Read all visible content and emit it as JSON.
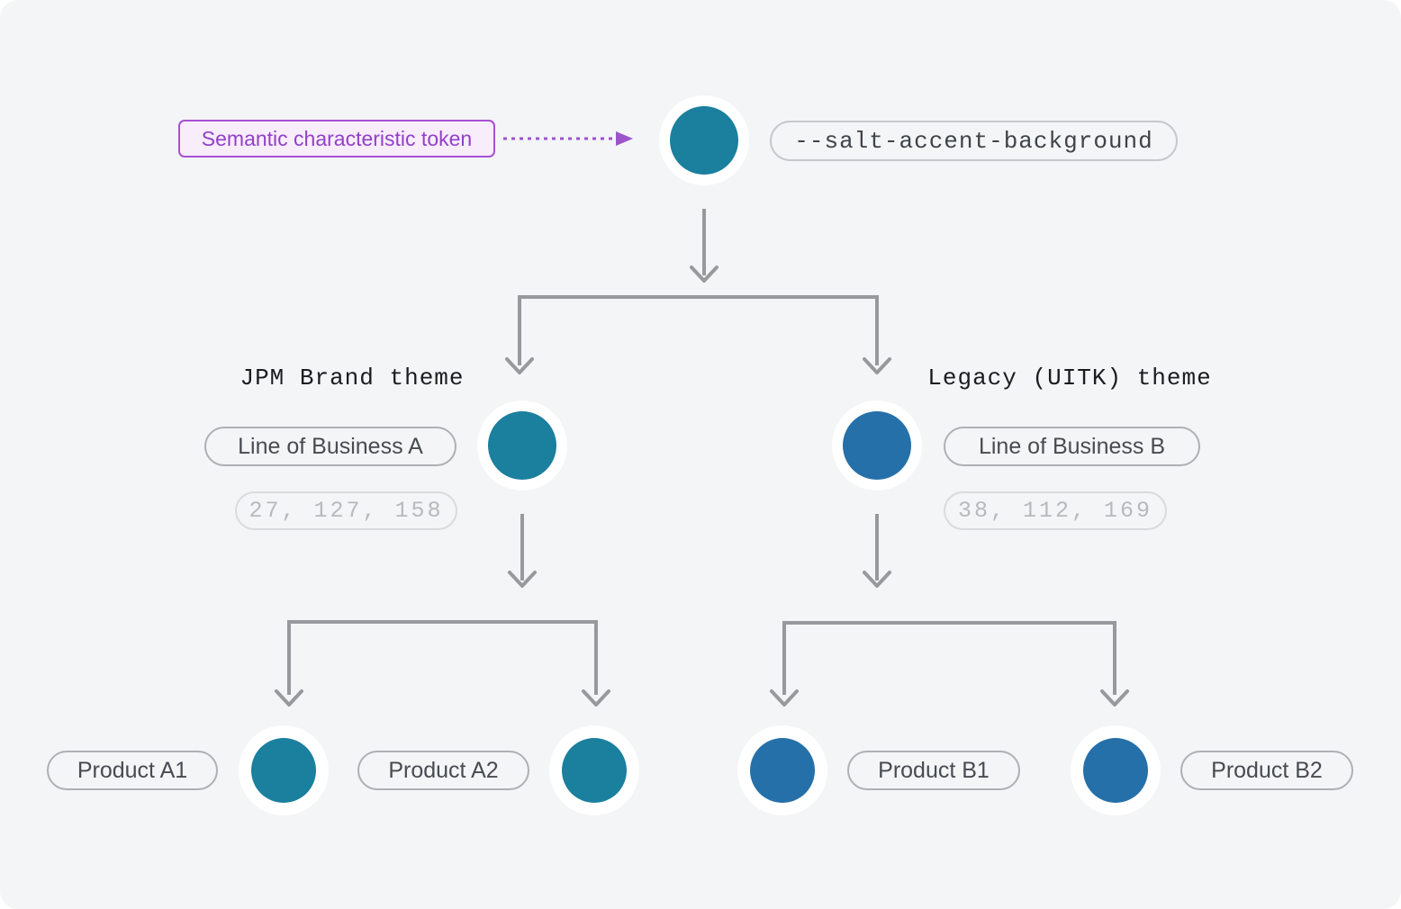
{
  "page": {
    "background": "#ffffff",
    "canvas_background": "#f4f5f7"
  },
  "colors": {
    "arrow": "#97999c",
    "accent_teal": "#1b7f9e",
    "accent_blue": "#2670a9",
    "annotation_purple": "#9d54cb"
  },
  "annotation": {
    "label": "Semantic characteristic token",
    "border": "#a750d2",
    "background": "#f8edfb",
    "text": "#9240c8"
  },
  "root_token": {
    "name": "--salt-accent-background",
    "color": "#1b7f9e"
  },
  "themes": [
    {
      "name": "JPM Brand theme",
      "line_of_business": "Line of Business A",
      "rgb_value": "27, 127, 158",
      "color": "#1b7f9e",
      "products": [
        "Product A1",
        "Product A2"
      ]
    },
    {
      "name": "Legacy (UITK) theme",
      "line_of_business": "Line of Business B",
      "rgb_value": "38, 112, 169",
      "color": "#2670a9",
      "products": [
        "Product B1",
        "Product B2"
      ]
    }
  ]
}
